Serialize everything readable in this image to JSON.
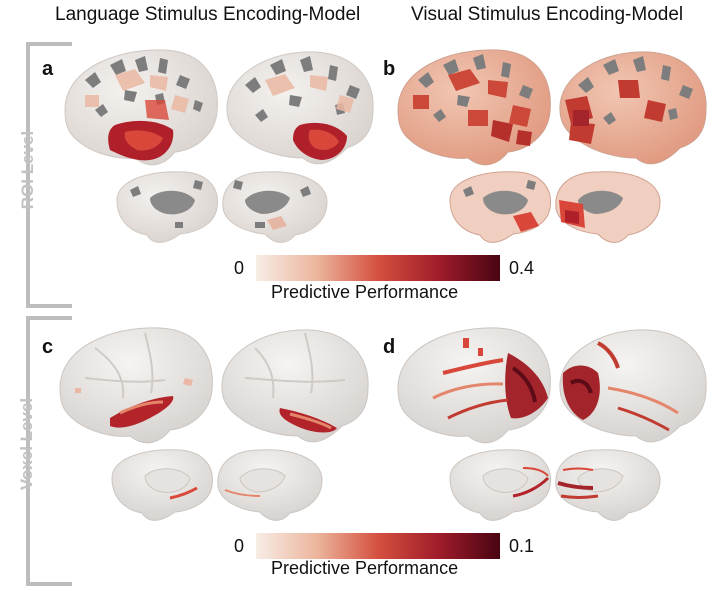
{
  "columns": {
    "left_title": "Language Stimulus Encoding-Model",
    "right_title": "Visual Stimulus Encoding-Model"
  },
  "rows": {
    "top_label": "ROI Level",
    "bottom_label": "Voxel Level"
  },
  "panels": {
    "a": "a",
    "b": "b",
    "c": "c",
    "d": "d"
  },
  "colorbars": {
    "roi": {
      "min_label": "0",
      "max_label": "0.4",
      "title": "Predictive Performance"
    },
    "voxel": {
      "min_label": "0",
      "max_label": "0.1",
      "title": "Predictive Performance"
    }
  },
  "colors": {
    "bar_start": "#f7ede6",
    "bar_mid": "#d4503f",
    "bar_end": "#4a0412",
    "bracket": "#bdbdbd",
    "cortex_base": "#e9e5e1",
    "gray_mask": "#7d7d7d"
  }
}
